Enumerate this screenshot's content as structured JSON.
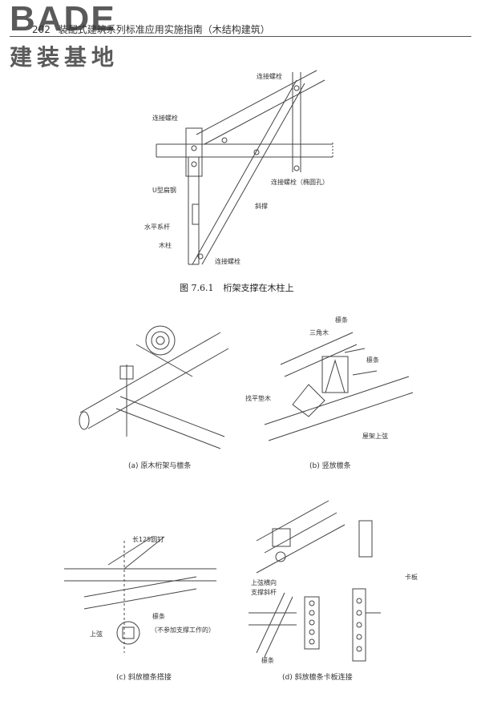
{
  "header": {
    "logo_mark": "BADE",
    "logo_subtitle": "建装基地",
    "page_number": "202",
    "running_title": "装配式建筑系列标准应用实施指南（木结构建筑）"
  },
  "figure_761": {
    "number": "图 7.6.1",
    "title": "桁架支撑在木柱上",
    "labels": {
      "bolt_top": "连接螺栓",
      "bolt_left": "连接螺栓",
      "u_steel": "U型扁钢",
      "bolt_oval": "连接螺栓（椭圆孔）",
      "brace": "斜撑",
      "tie": "水平系杆",
      "post": "木柱",
      "bolt_bottom": "连接螺栓"
    }
  },
  "figure_a": {
    "caption": "(a) 原木桁架与檩条"
  },
  "figure_b": {
    "caption": "(b) 竖放檩条",
    "labels": {
      "purlin_top": "檩条",
      "triangle": "三角木",
      "purlin": "檩条",
      "shim": "找平垫木",
      "chord": "屋架上弦"
    }
  },
  "figure_c": {
    "caption": "(c) 斜放檩条搭接",
    "labels": {
      "nail": "长125圆钉",
      "purlin": "檩条",
      "note": "（不参加支撑工作的）",
      "chord": "上弦"
    }
  },
  "figure_d": {
    "caption": "(d) 斜放檩条卡板连接",
    "labels": {
      "bracing": "上弦横向",
      "bracing2": "支撑斜杆",
      "clamp": "卡板",
      "purlin": "檩条"
    }
  }
}
